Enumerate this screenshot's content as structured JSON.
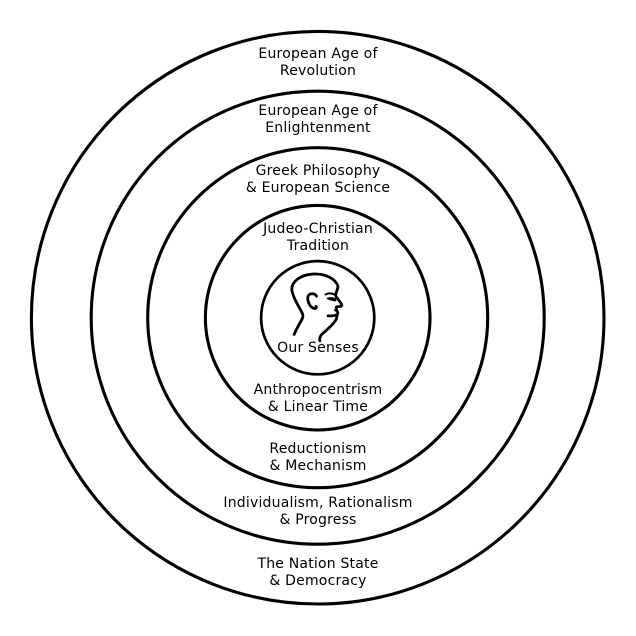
{
  "colors": {
    "background": "#ffffff",
    "stroke": "#000000",
    "text": "#000000"
  },
  "diagram": {
    "type": "concentric-circles",
    "center": {
      "icon": "human-head-profile",
      "label": "Our Senses"
    },
    "rings": [
      {
        "name": "outermost",
        "top_label": [
          "European Age of",
          "Revolution"
        ],
        "bottom_label": [
          "The Nation State",
          "& Democracy"
        ]
      },
      {
        "name": "second",
        "top_label": [
          "European Age of",
          "Enlightenment"
        ],
        "bottom_label": [
          "Individualism, Rationalism",
          "& Progress"
        ]
      },
      {
        "name": "third",
        "top_label": [
          "Greek Philosophy",
          "& European Science"
        ],
        "bottom_label": [
          "Reductionism",
          "& Mechanism"
        ]
      },
      {
        "name": "fourth",
        "top_label": [
          "Judeo-Christian",
          "Tradition"
        ],
        "bottom_label": [
          "Anthropocentrism",
          "& Linear Time"
        ]
      }
    ]
  }
}
